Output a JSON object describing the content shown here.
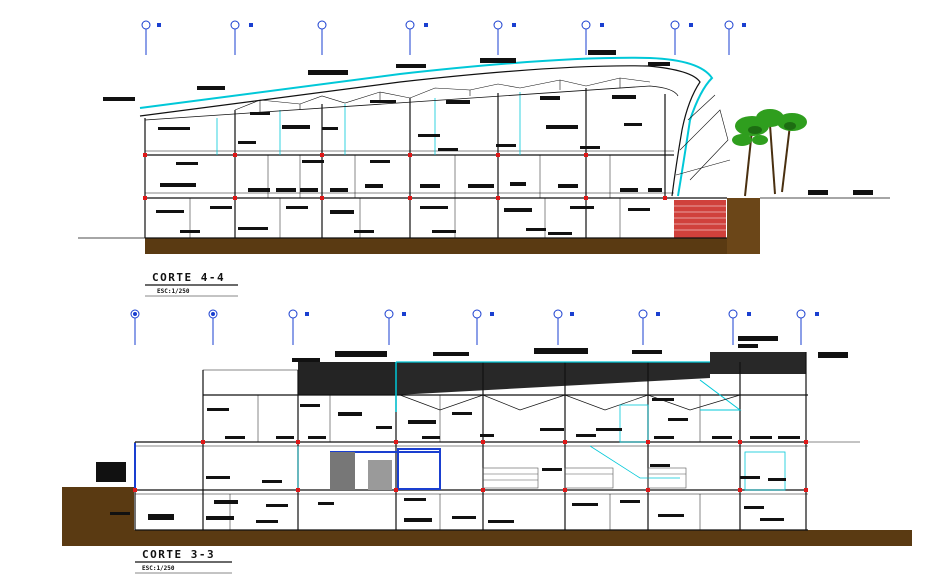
{
  "sections": [
    {
      "id": "corte-4-4",
      "title": "CORTE 4-4",
      "scale": "ESC:1/250"
    },
    {
      "id": "corte-3-3",
      "title": "CORTE 3-3",
      "scale": "ESC:1/250"
    }
  ],
  "colors": {
    "background": "#ffffff",
    "structure": "#111111",
    "ground": "#5a3a12",
    "cyan": "#00c8d8",
    "red_marker": "#e01818",
    "blue_grid": "#1a3fd0",
    "tree_green": "#2f9e1e",
    "label_fill": "#111111"
  },
  "grid_bubbles_top_count": 8,
  "grid_bubbles_bottom_count": 9
}
